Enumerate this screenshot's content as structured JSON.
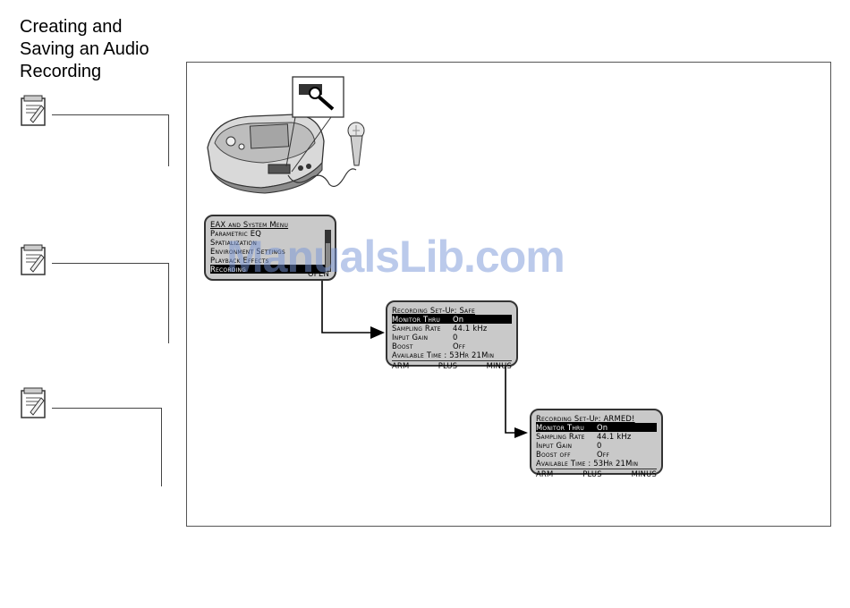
{
  "sidebar": {
    "title_lines": [
      "Creating and",
      "Saving an Audio",
      "Recording"
    ]
  },
  "notes": [
    {
      "icon": "notepad-icon"
    },
    {
      "icon": "notepad-icon"
    },
    {
      "icon": "notepad-icon"
    }
  ],
  "menu_screen": {
    "title": "EAX and System Menu",
    "items": [
      "Parametric EQ",
      "Spatialization",
      "Environment Settings",
      "Playback Effects",
      "Recording"
    ],
    "softkey": "OPEN"
  },
  "safe_screen": {
    "title": "Recording Set-Up: Safe",
    "rows": [
      {
        "label": "Monitor Thru",
        "value": "On"
      },
      {
        "label": "Sampling Rate",
        "value": "44.1 kHz"
      },
      {
        "label": "Input Gain",
        "value": "0"
      },
      {
        "label": "Boost",
        "value": "Off"
      }
    ],
    "available": "Available Time : 53Hr 21Min",
    "softkeys": [
      "ARM",
      "PLUS",
      "MINUS"
    ]
  },
  "armed_screen": {
    "title": "Recording Set-Up: ARMED!",
    "rows": [
      {
        "label": "Monitor Thru",
        "value": "On"
      },
      {
        "label": "Sampling Rate",
        "value": "44.1 kHz"
      },
      {
        "label": "Input Gain",
        "value": "0"
      },
      {
        "label": "Boost off",
        "value": "Off"
      }
    ],
    "available": "Available Time : 53Hr 21Min",
    "softkeys": [
      "ARM",
      "PLUS",
      "MINUS"
    ]
  },
  "watermark": "ManualsLib.com",
  "colors": {
    "lcd_bg": "#c9c9c9",
    "highlight": "#000000",
    "watermark": "#7896d7"
  }
}
